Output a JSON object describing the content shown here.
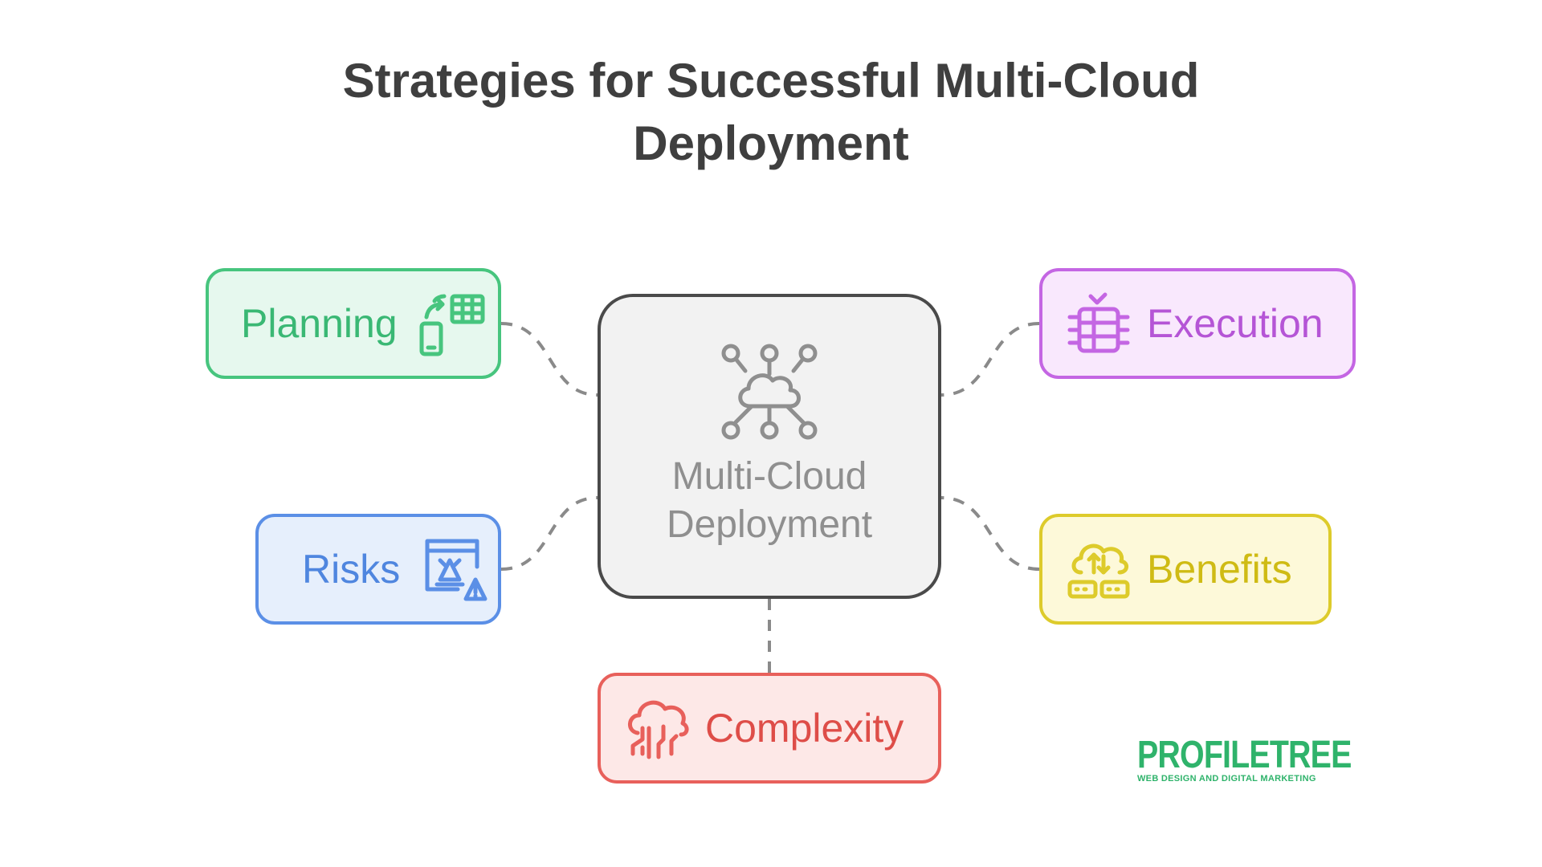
{
  "title": {
    "line1": "Strategies for Successful Multi-Cloud",
    "line2": "Deployment"
  },
  "center": {
    "line1": "Multi-Cloud",
    "line2": "Deployment",
    "icon": "cloud-network-icon"
  },
  "nodes": {
    "planning": {
      "label": "Planning",
      "icon": "device-sync-spreadsheet-icon",
      "color": "#47c57e",
      "fill": "#e6f8ee"
    },
    "risks": {
      "label": "Risks",
      "icon": "risk-warning-document-icon",
      "color": "#5b8fe6",
      "fill": "#e6effc"
    },
    "execution": {
      "label": "Execution",
      "icon": "server-check-icon",
      "color": "#c466e3",
      "fill": "#f9e8fd"
    },
    "benefits": {
      "label": "Benefits",
      "icon": "cloud-transfer-servers-icon",
      "color": "#ddcb2b",
      "fill": "#fdf9d9"
    },
    "complexity": {
      "label": "Complexity",
      "icon": "cloud-circuit-icon",
      "color": "#e8605b",
      "fill": "#fde8e7"
    }
  },
  "logo": {
    "brand": "PROFILETREE",
    "tagline": "WEB DESIGN AND DIGITAL MARKETING",
    "color": "#2fb36b"
  }
}
